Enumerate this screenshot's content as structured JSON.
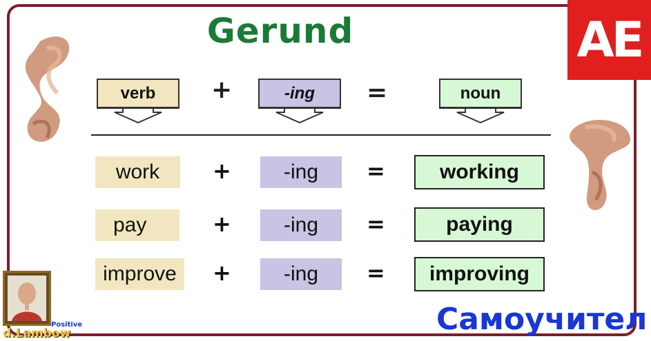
{
  "title": "Gerund",
  "logo": {
    "text": "AE",
    "color": "#e0201e"
  },
  "header": {
    "verb": "verb",
    "plus": "+",
    "ing": "-ing",
    "equals": "=",
    "noun": "noun"
  },
  "rows": [
    {
      "verb": "work",
      "plus": "+",
      "ing": "-ing",
      "equals": "=",
      "result": "working"
    },
    {
      "verb": "pay",
      "plus": "+",
      "ing": "-ing",
      "equals": "=",
      "result": "paying"
    },
    {
      "verb": "improve",
      "plus": "+",
      "ing": "-ing",
      "equals": "=",
      "result": "improving"
    }
  ],
  "brand": "Самоучител",
  "author": {
    "name": "d.Lambow",
    "tag": "Positive"
  },
  "colors": {
    "title": "#1c7a37",
    "verb_bg": "#f1e6bf",
    "ing_bg": "#c9c3e4",
    "noun_bg": "#d7f8d5",
    "brand": "#1a36d6"
  },
  "icons": [
    "arrow-down-icon",
    "brush-stroke-icon",
    "portrait-photo-icon"
  ]
}
